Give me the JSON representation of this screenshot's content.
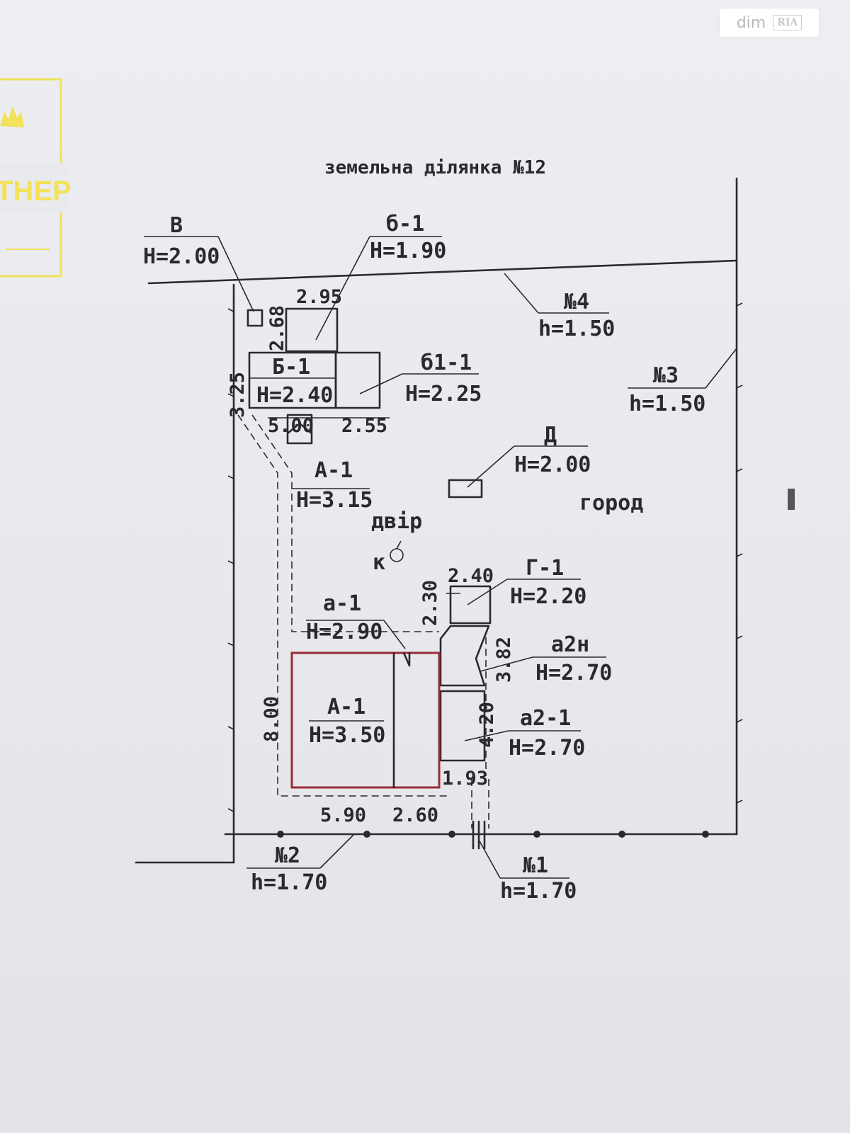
{
  "watermark": {
    "brand": "dim",
    "badge": "RIA"
  },
  "logo": {
    "text": "ТНЕР"
  },
  "plan": {
    "title": "земельна ділянка №12",
    "yard_label": "двір",
    "well_label": "к",
    "garden_label": "город",
    "structures": [
      {
        "code": "В",
        "height": "H=2.00"
      },
      {
        "code": "б-1",
        "height": "H=1.90"
      },
      {
        "code": "Б-1",
        "height": "H=2.40"
      },
      {
        "code": "б1-1",
        "height": "H=2.25"
      },
      {
        "code": "Д",
        "height": "H=2.00"
      },
      {
        "code": "А-1",
        "height": "H=3.15"
      },
      {
        "code": "Г-1",
        "height": "H=2.20"
      },
      {
        "code": "а-1",
        "height": "H=2.90"
      },
      {
        "code": "а2н",
        "height": "H=2.70"
      },
      {
        "code": "А-1",
        "height": "H=3.50"
      },
      {
        "code": "а2-1",
        "height": "H=2.70"
      }
    ],
    "fences": [
      {
        "code": "№4",
        "height": "h=1.50"
      },
      {
        "code": "№3",
        "height": "h=1.50"
      },
      {
        "code": "№2",
        "height": "h=1.70"
      },
      {
        "code": "№1",
        "height": "h=1.70"
      }
    ],
    "dimensions": [
      "2.95",
      "2.68",
      "3.25",
      "5.00",
      "2.55",
      "2.40",
      "2.30",
      "3.82",
      "8.00",
      "4.20",
      "1.93",
      "5.90",
      "2.60"
    ]
  }
}
